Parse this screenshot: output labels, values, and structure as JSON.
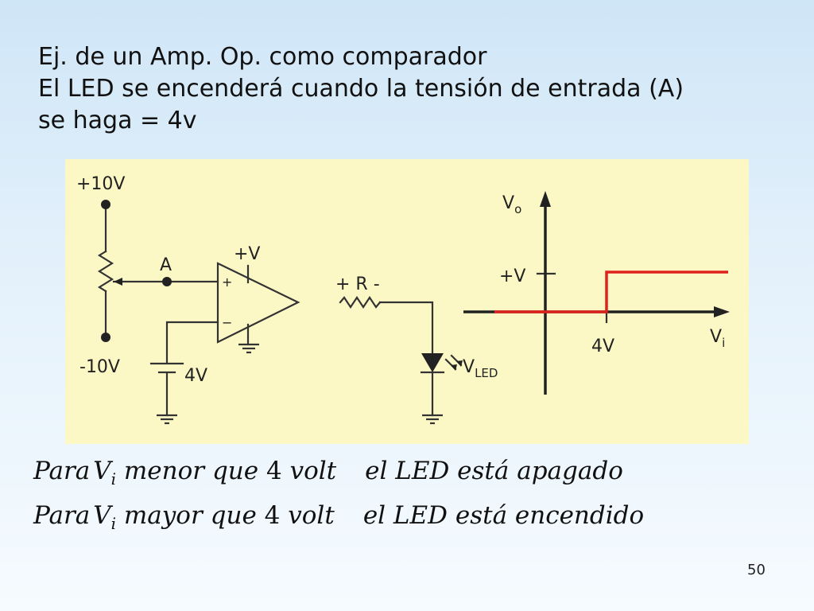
{
  "title": {
    "line1": "Ej. de un Amp. Op. como comparador",
    "line2": "El LED se encenderá cuando la tensión de entrada (A)",
    "line3": "se haga = 4v"
  },
  "circuit": {
    "supply_pos": "+10V",
    "supply_neg": "-10V",
    "node_a": "A",
    "opamp_supply": "+V",
    "opamp_plus": "+",
    "opamp_minus": "−",
    "ref_voltage": "4V",
    "resistor_label": "+ R -",
    "led_label_main": "V",
    "led_label_sub": "LED"
  },
  "graph": {
    "y_axis_main": "V",
    "y_axis_sub": "o",
    "y_level_label": "+V",
    "x_axis_main": "V",
    "x_axis_sub": "i",
    "x_threshold_label": "4V",
    "line_color": "#e0201b"
  },
  "statements": [
    {
      "para": "Para",
      "v": "V",
      "sub": "i",
      "cond": "menor que",
      "num": "4",
      "unit": "volt",
      "result": "el LED está apagado"
    },
    {
      "para": "Para",
      "v": "V",
      "sub": "i",
      "cond": "mayor que",
      "num": "4",
      "unit": "volt",
      "result": "el LED está encendido"
    }
  ],
  "page_number": "50"
}
